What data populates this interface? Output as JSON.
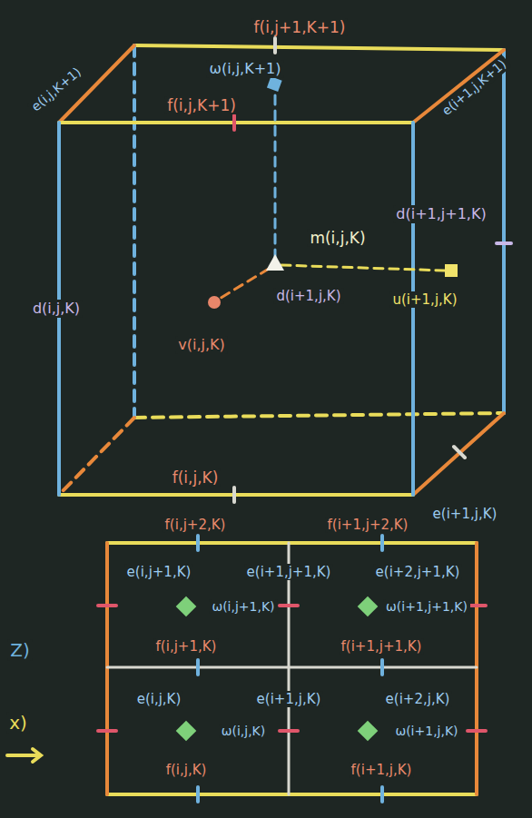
{
  "diagram": {
    "labels": [
      "f(i,j+1,K+1)",
      "ω(i,j,K+1)",
      "f(i,j,K+1)",
      "e(i,j,K+1)",
      "e(i+1,j,K+1)",
      "d(i+1,j+1,K)",
      "m(i,j,K)",
      "d(i,j,K)",
      "v(i,j,K)",
      "d(i+1,j,K)",
      "u(i+1,j,K)",
      "f(i,j,K)",
      "e(i+1,j,K)",
      "f(i,j+2,K)",
      "f(i+1,j+2,K)",
      "e(i,j+1,K)",
      "e(i+1,j+1,K)",
      "e(i+2,j+1,K)",
      "ω(i,j+1,K)",
      "ω(i+1,j+1,K)",
      "f(i,j+1,K)",
      "f(i+1,j+1,K)",
      "e(i,j,K)",
      "e(i+1,j,K)",
      "e(i+2,j,K)",
      "ω(i,j,K)",
      "ω(i+1,j,K)",
      "f(i,j,K)",
      "f(i+1,j,K)",
      "Z)",
      "x)"
    ]
  }
}
